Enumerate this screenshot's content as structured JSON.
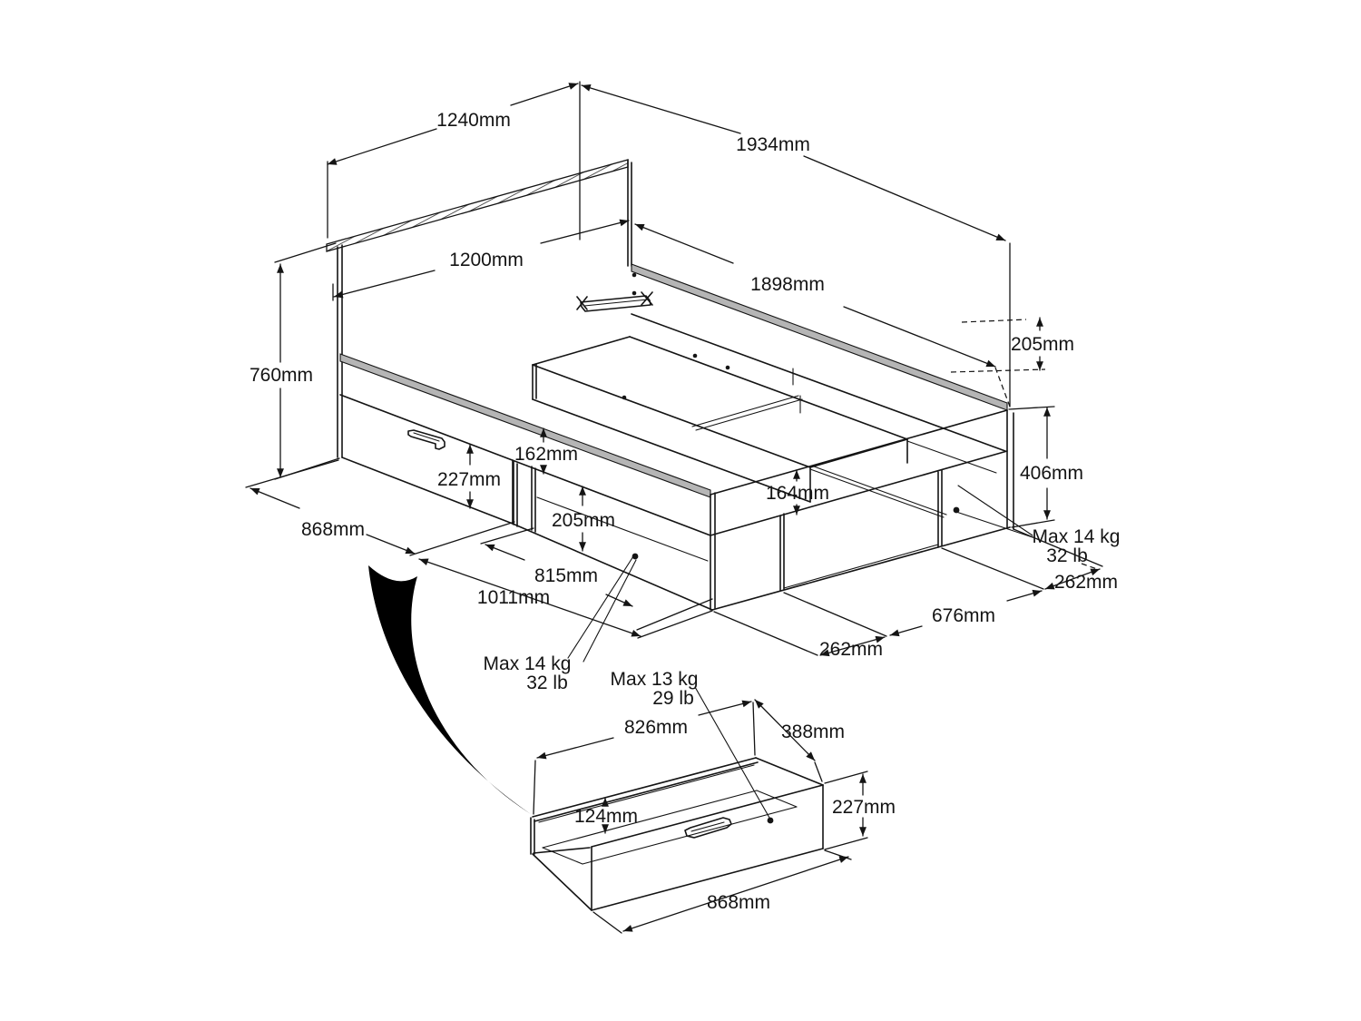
{
  "dimensions": {
    "headboard_width": "1240mm",
    "bed_length": "1934mm",
    "headboard_inner_width": "1200mm",
    "side_inner_length": "1898mm",
    "headboard_height": "760mm",
    "foot_deck_offset": "205mm",
    "side_rail_lip": "162mm",
    "side_drawer_front_height": "227mm",
    "foot_rail_lip": "164mm",
    "foot_height": "406mm",
    "side_drawer_bay": "868mm",
    "side_niche_height": "205mm",
    "side_niche_inner": "815mm",
    "side_opening": "1011mm",
    "foot_niche_width": "676mm",
    "foot_niche_return": "262mm",
    "foot_corner_return": "262mm",
    "drawer_inner_width": "826mm",
    "drawer_depth": "388mm",
    "drawer_inner_height": "124mm",
    "drawer_front_height": "227mm",
    "drawer_width": "868mm"
  },
  "load_limits": {
    "side_niche": {
      "weight": "Max 14 kg",
      "weight_alt": "32 lb"
    },
    "foot_niche": {
      "weight": "Max 14 kg",
      "weight_alt": "32 lb"
    },
    "drawer": {
      "weight": "Max 13 kg",
      "weight_alt": "29 lb"
    }
  },
  "colors": {
    "line": "#141414",
    "shade": "#b5b5b5",
    "background": "#ffffff"
  }
}
